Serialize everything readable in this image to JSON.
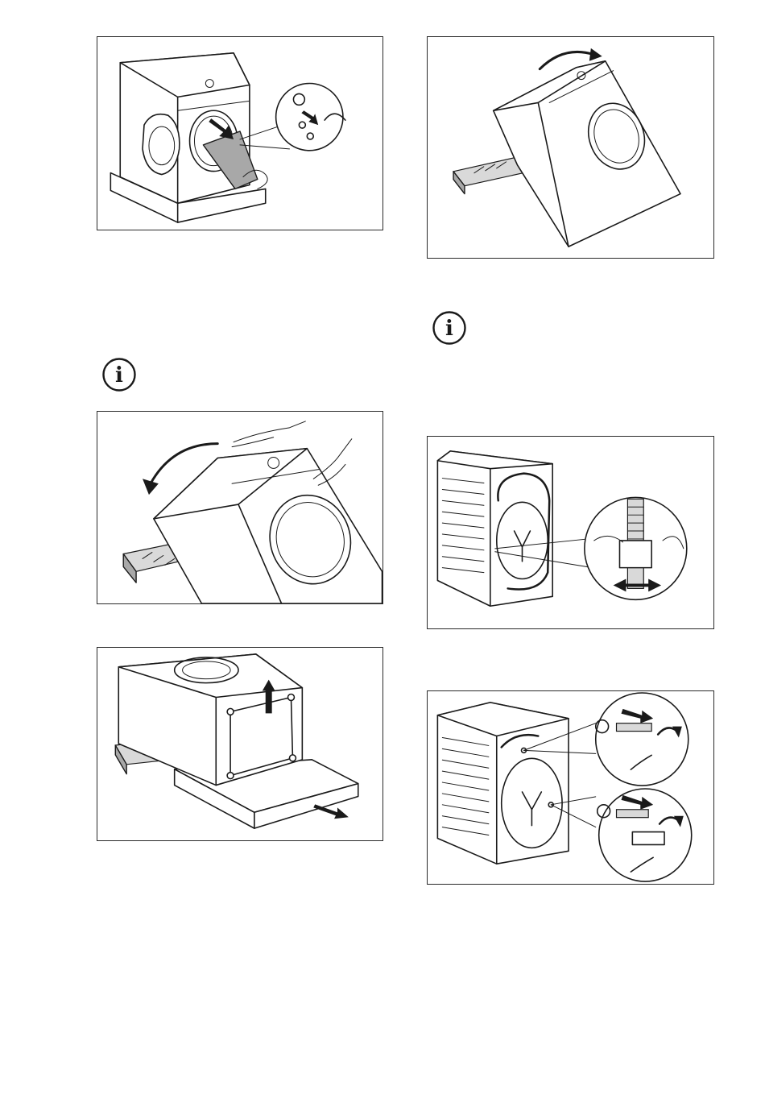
{
  "figures": [
    {
      "id": "fig-1",
      "icon": "remove-transit-bag-illustration"
    },
    {
      "id": "fig-2",
      "icon": "tilt-machine-right-illustration"
    },
    {
      "id": "fig-3",
      "icon": "tilt-machine-left-illustration"
    },
    {
      "id": "fig-4",
      "icon": "release-hoses-illustration"
    },
    {
      "id": "fig-5",
      "icon": "remove-base-illustration"
    },
    {
      "id": "fig-6",
      "icon": "remove-transit-bolts-illustration"
    }
  ],
  "info_icons": [
    {
      "id": "info-1",
      "icon": "info-icon",
      "glyph": "i"
    },
    {
      "id": "info-2",
      "icon": "info-icon",
      "glyph": "i"
    }
  ]
}
